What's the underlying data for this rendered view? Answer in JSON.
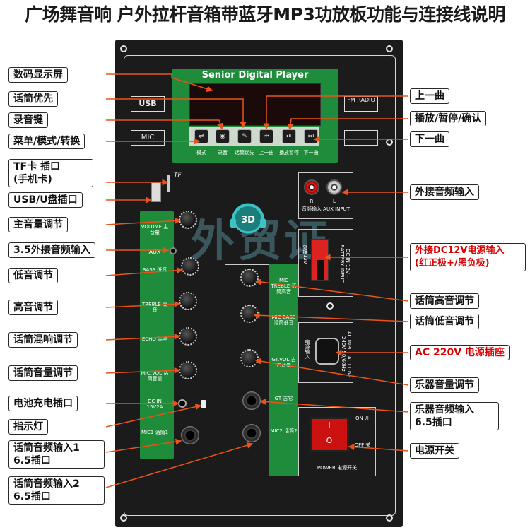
{
  "title": "广场舞音响 户外拉杆音箱带蓝牙MP3功放板功能与连接线说明",
  "player": {
    "title": "Senior Digital Player",
    "buttons": [
      {
        "icon": "menu-icon",
        "glyph": "⇌",
        "caption": "模式"
      },
      {
        "icon": "record-icon",
        "glyph": "◉",
        "caption": "录音"
      },
      {
        "icon": "mic-priority-icon",
        "glyph": "✎",
        "caption": "话筒优先"
      },
      {
        "icon": "prev-icon",
        "glyph": "⏮",
        "caption": "上一曲"
      },
      {
        "icon": "play-pause-icon",
        "glyph": "⏯",
        "caption": "播放暂停"
      },
      {
        "icon": "next-icon",
        "glyph": "⏭",
        "caption": "下一曲"
      }
    ],
    "usb_logo": "USB",
    "fm_logo": "FM RADIO",
    "mic_logo": "MIC",
    "tf_label": "TF"
  },
  "watermark": "外贸证",
  "logo_text": "3D",
  "left_strip": {
    "volume": "VOLUME 主音量",
    "aux": "AUX",
    "bass": "BASS 低音",
    "treble": "TREBLE 高音",
    "echo": "ECHO 混响",
    "mic_vol": "MIC.VOL 话筒音量",
    "dc_in": "DC IN 15V2A",
    "mic1": "MIC1 话筒1"
  },
  "right_strip": {
    "mic_treble": "MIC TREBLE 话筒高音",
    "mic_bass": "MIC BASS 话筒低音",
    "gt_vol": "GT.VOL 吉它音量",
    "gt": "GT 吉它",
    "mic2": "MIC2 话筒2"
  },
  "aux_input": {
    "label": "音频输入 AUX INPUT",
    "r": "R",
    "l": "L"
  },
  "dc_box": {
    "label": "DC IN 12V+ BATTERY INPUT",
    "side": "外接12V"
  },
  "ac_box": {
    "label": "AC INPUT AC110V-240V 50/60Hz",
    "side": "电源输入"
  },
  "power_box": {
    "on": "ON 开",
    "off": "OFF 关",
    "label": "POWER 电源开关",
    "i": "I",
    "o": "O"
  },
  "callouts_left": [
    "数码显示屏",
    "话筒优先",
    "录音键",
    "菜单/模式/转换",
    "TF卡 插口",
    "(手机卡)",
    "USB/U盘插口",
    "主音量调节",
    "3.5外接音频输入",
    "低音调节",
    "高音调节",
    "话筒混响调节",
    "话筒音量调节",
    "电池充电插口",
    "指示灯",
    "话筒音频输入1",
    "6.5插口",
    "话筒音频输入2",
    "6.5插口"
  ],
  "callouts_right": [
    "上一曲",
    "播放/暂停/确认",
    "下一曲",
    "外接音频输入",
    "外接DC12V电源输入",
    "(红正极+/黑负极)",
    "话筒高音调节",
    "话筒低音调节",
    "AC 220V 电源插座",
    "乐器音量调节",
    "乐器音频输入",
    "6.5插口",
    "电源开关"
  ],
  "colors": {
    "panel": "#1b1b1b",
    "green": "#1e8c3a",
    "arrow": "#e8541a",
    "red_text": "#d60000"
  }
}
